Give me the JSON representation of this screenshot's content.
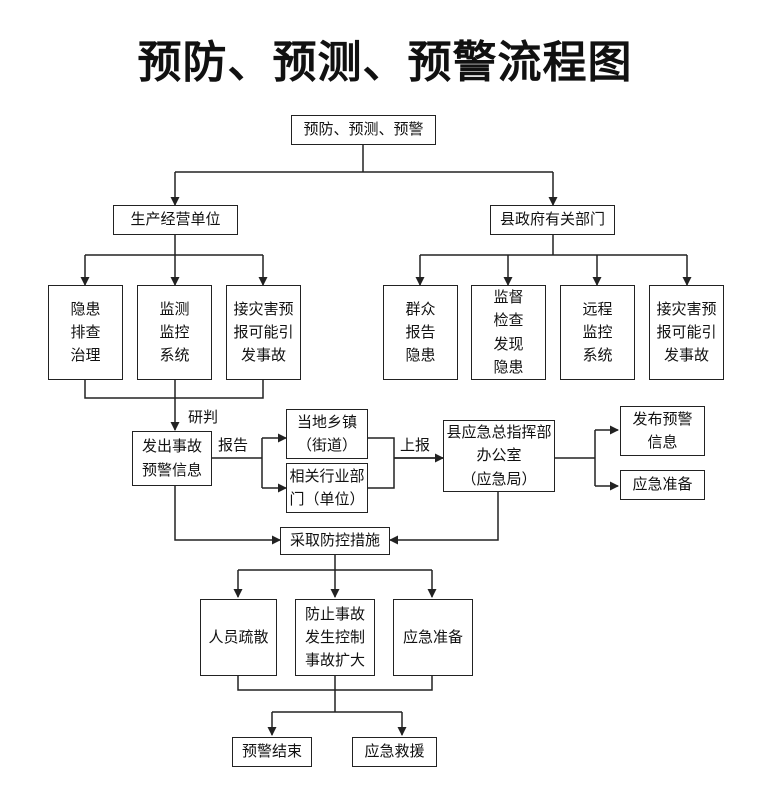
{
  "title": "预防、预测、预警流程图",
  "nodes": {
    "root": "预防、预测、预警",
    "producer": "生产经营单位",
    "gov": "县政府有关部门",
    "hazard": "隐患\n排查\n治理",
    "monitor": "监测\n监控\n系统",
    "disaster1": "接灾害预\n报可能引\n发事故",
    "masses": "群众\n报告\n隐患",
    "supervise": "监督\n检查\n发现\n隐患",
    "remote": "远程\n监控\n系统",
    "disaster2": "接灾害预\n报可能引\n发事故",
    "warning": "发出事故\n预警信息",
    "town": "当地乡镇\n（街道）",
    "industry": "相关行业部\n门（单位）",
    "command": "县应急总指挥部\n办公室\n（应急局）",
    "publish": "发布预警\n信息",
    "prepare1": "应急准备",
    "measures": "采取防控措施",
    "evacuate": "人员疏散",
    "prevent": "防止事故\n发生控制\n事故扩大",
    "prepare2": "应急准备",
    "end": "预警结束",
    "rescue": "应急救援"
  },
  "edge_labels": {
    "judge": "研判",
    "report": "报告",
    "report_up": "上报"
  }
}
